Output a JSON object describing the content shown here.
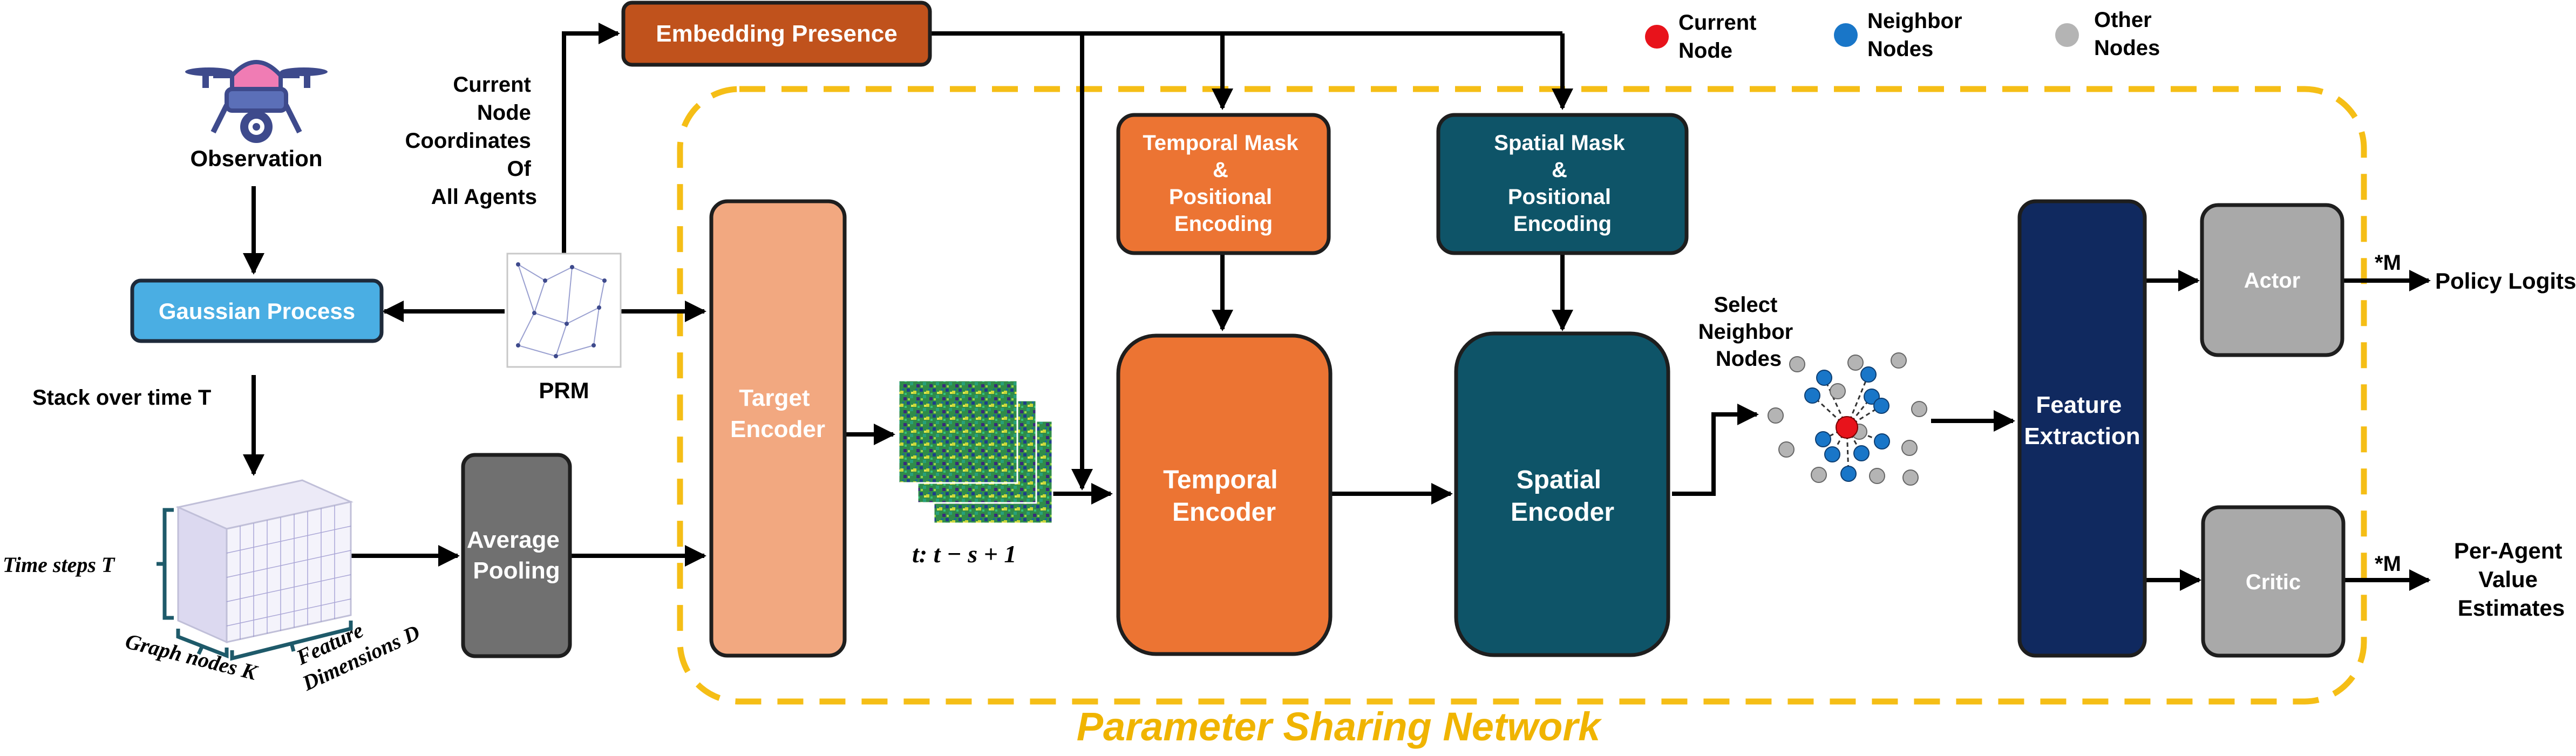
{
  "title": "Parameter Sharing Network",
  "legend": {
    "current": "Current Node",
    "neighbor": "Neighbor Nodes",
    "other": "Other Nodes"
  },
  "labels": {
    "observation": "Observation",
    "gaussian": "Gaussian Process",
    "stack": "Stack over time T",
    "prm": "PRM",
    "current_node_coords": "Current Node Coordinates Of All Agents",
    "embedding": "Embedding Presence",
    "time_steps": "Time steps T",
    "graph_nodes": "Graph nodes K",
    "feature_dims": "Feature Dimensions D",
    "avg_pool": "Average Pooling",
    "target_encoder": "Target Encoder",
    "temporal_mask": "Temporal Mask & Positional Encoding",
    "temporal_encoder": "Temporal Encoder",
    "spatial_mask": "Spatial Mask & Positional Encoding",
    "spatial_encoder": "Spatial Encoder",
    "select_neighbor": "Select Neighbor Nodes",
    "feature_extraction": "Feature Extraction",
    "actor": "Actor",
    "critic": "Critic",
    "star_m": "*M",
    "policy_logits": "Policy Logits",
    "value_estimates": "Per-Agent Value Estimates",
    "window": "t: t − s + 1"
  },
  "colors": {
    "dash": "#F5BE16",
    "title": "#F0B400",
    "embedding": "#C0521C",
    "gaussian": "#4AAEE3",
    "target": "#F2A880",
    "temporal": "#EC7433",
    "spatial": "#0E5468",
    "feature": "#10295F",
    "avgpool": "#707070",
    "actor_critic": "#A9A9A9",
    "node_current": "#E8131B",
    "node_neighbor": "#1976C8",
    "node_other": "#B4B4B4",
    "drone": "#3E4A8C",
    "drone_accent": "#F07CB4"
  }
}
